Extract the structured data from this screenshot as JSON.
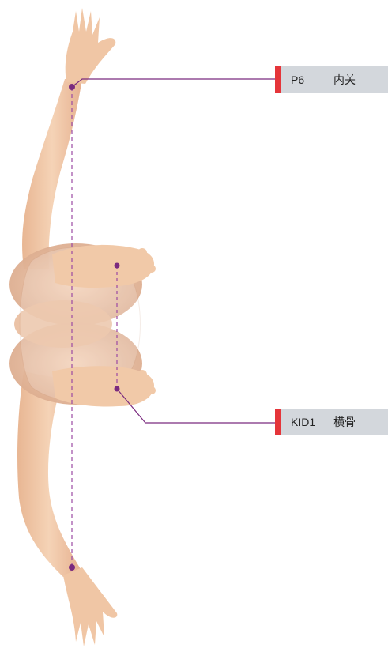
{
  "points": [
    {
      "id": "p6",
      "code": "P6",
      "name": "内关"
    },
    {
      "id": "kid1",
      "code": "KID1",
      "name": "横骨"
    }
  ],
  "colors": {
    "accent_bar": "#e5353a",
    "label_bg": "#d3d7dc",
    "leader_line": "#7a2a7f",
    "skin": "#f1c9a8",
    "skin_shade": "#d9a684"
  }
}
